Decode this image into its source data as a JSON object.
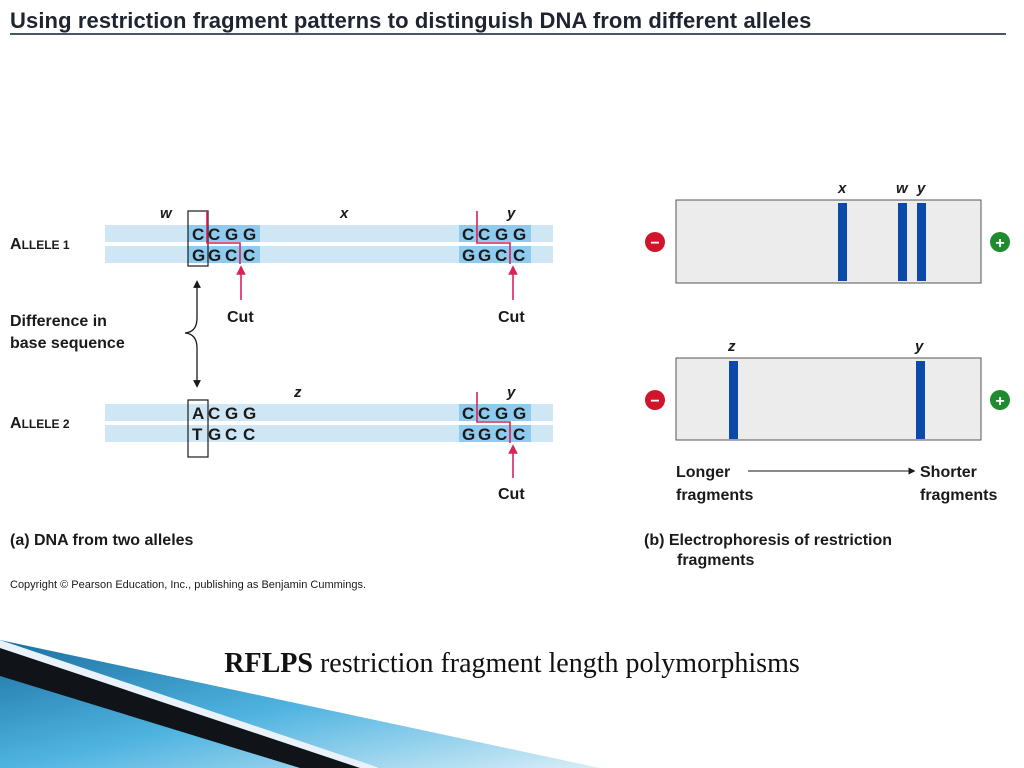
{
  "slide": {
    "title": "Using restriction fragment patterns to distinguish DNA from different alleles",
    "caption_bold": "RFLPS",
    "caption_rest": " restriction fragment length polymorphisms"
  },
  "figure_a": {
    "allele1_label_cap": "A",
    "allele1_label_rest": "LLELE 1",
    "allele2_label_cap": "A",
    "allele2_label_rest": "LLELE 2",
    "site_w": "w",
    "fragment_x": "x",
    "site_y": "y",
    "fragment_z": "z",
    "allele1_left_top": [
      "C",
      "C",
      "G",
      "G"
    ],
    "allele1_left_bottom": [
      "G",
      "G",
      "C",
      "C"
    ],
    "allele1_right_top": [
      "C",
      "C",
      "G",
      "G"
    ],
    "allele1_right_bottom": [
      "G",
      "G",
      "C",
      "C"
    ],
    "allele2_left_top": [
      "A",
      "C",
      "G",
      "G"
    ],
    "allele2_left_bottom": [
      "T",
      "G",
      "C",
      "C"
    ],
    "allele2_right_top": [
      "C",
      "C",
      "G",
      "G"
    ],
    "allele2_right_bottom": [
      "G",
      "G",
      "C",
      "C"
    ],
    "cut_label": "Cut",
    "difference_line1": "Difference in",
    "difference_line2": "base sequence",
    "caption": "(a) DNA from two alleles",
    "copyright": "Copyright © Pearson Education, Inc., publishing as Benjamin Cummings."
  },
  "figure_b": {
    "gel1_labels": [
      "x",
      "w",
      "y"
    ],
    "gel2_labels": [
      "z",
      "y"
    ],
    "minus_sign": "−",
    "plus_sign": "+",
    "longer_line1": "Longer",
    "longer_line2": "fragments",
    "shorter_line1": "Shorter",
    "shorter_line2": "fragments",
    "caption_line1": "(b) Electrophoresis of restriction",
    "caption_line2": "fragments"
  },
  "colors": {
    "strand": "#cfe6f5",
    "highlight": "#7fc0ea",
    "cut_line": "#d9245a",
    "band": "#0b4aa8",
    "gel": "#ececec",
    "minus": "#d0142c",
    "plus": "#1e8c2e",
    "chevron_dark": "#101418",
    "chevron_blue": "#2a8cc0"
  }
}
